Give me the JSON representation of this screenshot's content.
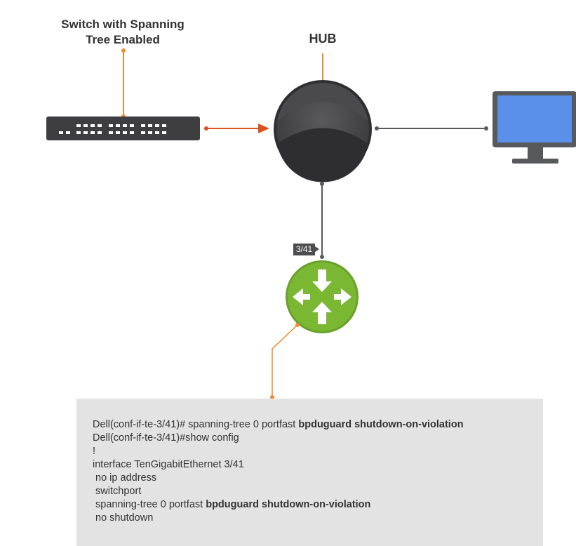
{
  "switch_label": {
    "line1": "Switch with Spanning",
    "line2": "Tree Enabled"
  },
  "hub_label": "HUB",
  "port_label": "3/41",
  "colors": {
    "connector_orange": "#f08a30",
    "arrow_orange": "#d9531e",
    "hub_dark": "#3d3d3f",
    "switch_dark": "#3e3e40",
    "monitor_frame": "#58595b",
    "monitor_screen": "#5a8fea",
    "router_green": "#7ab733",
    "config_bg": "#e3e3e3"
  },
  "icons": {
    "switch": "network-switch-icon",
    "hub": "hub-icon",
    "monitor": "computer-monitor-icon",
    "router": "router-arrows-icon"
  },
  "config": {
    "lines": [
      {
        "plain": "Dell(conf-if-te-3/41)# spanning-tree 0 portfast ",
        "bold": "bpduguard shutdown-on-violation"
      },
      {
        "plain": "Dell(conf-if-te-3/41)#show config",
        "bold": ""
      },
      {
        "plain": "!",
        "bold": ""
      },
      {
        "plain": "interface TenGigabitEthernet 3/41",
        "bold": ""
      },
      {
        "plain": " no ip address",
        "bold": ""
      },
      {
        "plain": " switchport",
        "bold": ""
      },
      {
        "plain": " spanning-tree 0 portfast ",
        "bold": "bpduguard shutdown-on-violation"
      },
      {
        "plain": " no shutdown",
        "bold": ""
      }
    ]
  }
}
